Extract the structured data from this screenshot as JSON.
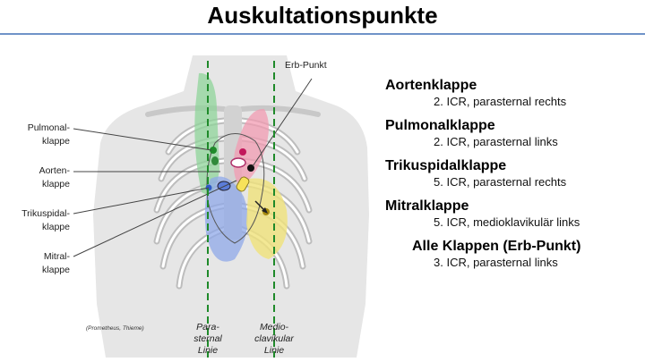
{
  "title": "Auskultationspunkte",
  "figure": {
    "labels": {
      "pulmonal": [
        "Pulmonal-",
        "klappe"
      ],
      "aorten": [
        "Aorten-",
        "klappe"
      ],
      "trikuspidal": [
        "Trikuspidal-",
        "klappe"
      ],
      "mitral": [
        "Mitral-",
        "klappe"
      ],
      "erb": "Erb-Punkt"
    },
    "credit": "(Prometheus, Thieme)",
    "lines": {
      "parasternal": [
        "Para-",
        "sternal",
        "Linie"
      ],
      "medioclavicular": [
        "Medio-",
        "clavikular",
        "Linie"
      ]
    },
    "colors": {
      "pulmonal_zone": "#8fd49a",
      "aorten_zone": "#f29bb2",
      "trikuspidal_zone": "#f0e27a",
      "mitral_zone": "#8fa8e8",
      "guide_line": "#1f8a2a"
    }
  },
  "valves": [
    {
      "name": "Aortenklappe",
      "position": "2. ICR, parasternal rechts"
    },
    {
      "name": "Pulmonalklappe",
      "position": "2. ICR, parasternal links"
    },
    {
      "name": "Trikuspidalklappe",
      "position": "5. ICR, parasternal rechts"
    },
    {
      "name": "Mitralklappe",
      "position": "5. ICR, medioklavikulär links"
    },
    {
      "name": "Alle Klappen (Erb-Punkt)",
      "position": "3. ICR, parasternal links"
    }
  ]
}
